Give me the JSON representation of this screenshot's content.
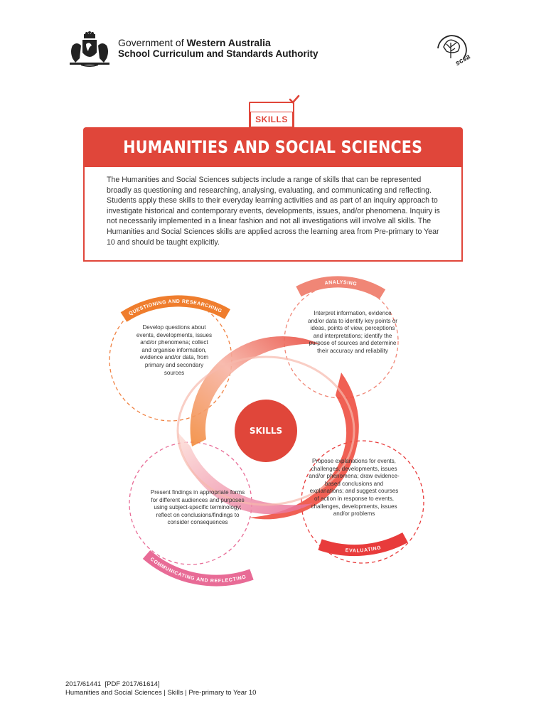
{
  "header": {
    "gov_prefix": "Government of ",
    "gov_bold": "Western Australia",
    "authority": "School Curriculum and Standards Authority",
    "scsa_logo_text": "scsa"
  },
  "tab_label": "SKILLS",
  "banner_title": "HUMANITIES AND SOCIAL SCIENCES",
  "description": "The Humanities and Social Sciences subjects include a range of skills that can be represented broadly as questioning and researching, analysing, evaluating, and communicating and reflecting. Students apply these skills to their everyday learning activities and as part of an inquiry approach to investigate historical and contemporary events, developments, issues, and/or phenomena. Inquiry is not necessarily implemented in a linear fashion and not all investigations will involve all skills. The Humanities and Social Sciences skills are applied across the learning area from Pre-primary to Year 10 and should be taught explicitly.",
  "diagram": {
    "center": "SKILLS",
    "questioning": {
      "label": "QUESTIONING AND RESEARCHING",
      "text": "Develop questions about events, developments, issues and/or phenomena; collect and organise information, evidence and/or data, from primary and secondary sources",
      "color": "#ef7d2d"
    },
    "analysing": {
      "label": "ANALYSING",
      "text": "Interpret information, evidence and/or data to identify key points or ideas, points of view, perceptions and interpretations; identify the purpose of sources and determine their accuracy and reliability",
      "color": "#f08676"
    },
    "evaluating": {
      "label": "EVALUATING",
      "text": "Propose explanations for events, challenges, developments, issues and/or phenomena; draw evidence-based conclusions and explanations; and suggest courses of action in response to events, challenges, developments, issues and/or problems",
      "color": "#e83b3b"
    },
    "communicating": {
      "label": "COMMUNICATING AND REFLECTING",
      "text": "Present findings in appropriate forms for different audiences and purposes using subject-specific terminology; reflect on conclusions/findings to consider consequences",
      "color": "#e86b96"
    }
  },
  "footer": {
    "line1": "2017/61441  [PDF 2017/61614]",
    "line2": "Humanities and Social Sciences | Skills | Pre-primary to Year 10"
  },
  "colors": {
    "accent": "#e0463a"
  }
}
